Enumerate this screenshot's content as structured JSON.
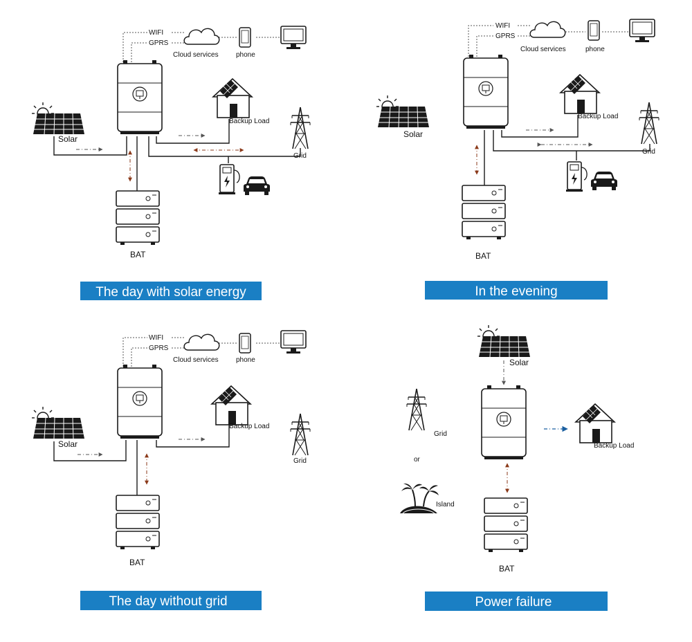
{
  "panels": [
    {
      "title": "The day with solar energy",
      "labels": {
        "wifi": "WIFI",
        "gprs": "GPRS",
        "cloud": "Cloud services",
        "phone": "phone",
        "solar": "Solar",
        "backup": "Backup Load",
        "grid": "Grid",
        "bat": "BAT"
      }
    },
    {
      "title": "In the evening",
      "labels": {
        "wifi": "WIFI",
        "gprs": "GPRS",
        "cloud": "Cloud services",
        "phone": "phone",
        "solar": "Solar",
        "backup": "Backup Load",
        "grid": "Grid",
        "bat": "BAT"
      }
    },
    {
      "title": "The day without grid",
      "labels": {
        "wifi": "WIFI",
        "gprs": "GPRS",
        "cloud": "Cloud services",
        "phone": "phone",
        "solar": "Solar",
        "backup": "Backup Load",
        "grid": "Grid",
        "bat": "BAT"
      }
    },
    {
      "title": "Power failure",
      "labels": {
        "solar": "Solar",
        "backup": "Backup Load",
        "grid": "Grid",
        "or": "or",
        "island": "Island",
        "bat": "BAT"
      }
    }
  ],
  "colors": {
    "banner": "#1a7fc4",
    "line": "#1a1a1a",
    "dashed_flow": "#555555",
    "battery_flow": "#8b3a1a",
    "grid_flow": "#8b1a1a",
    "arrow_blue": "#1a5fa0"
  },
  "icons": [
    "inverter-icon",
    "solar-panel-icon",
    "house-icon",
    "grid-tower-icon",
    "battery-icon",
    "cloud-icon",
    "phone-icon",
    "monitor-icon",
    "ev-charger-icon",
    "car-icon",
    "island-icon"
  ]
}
